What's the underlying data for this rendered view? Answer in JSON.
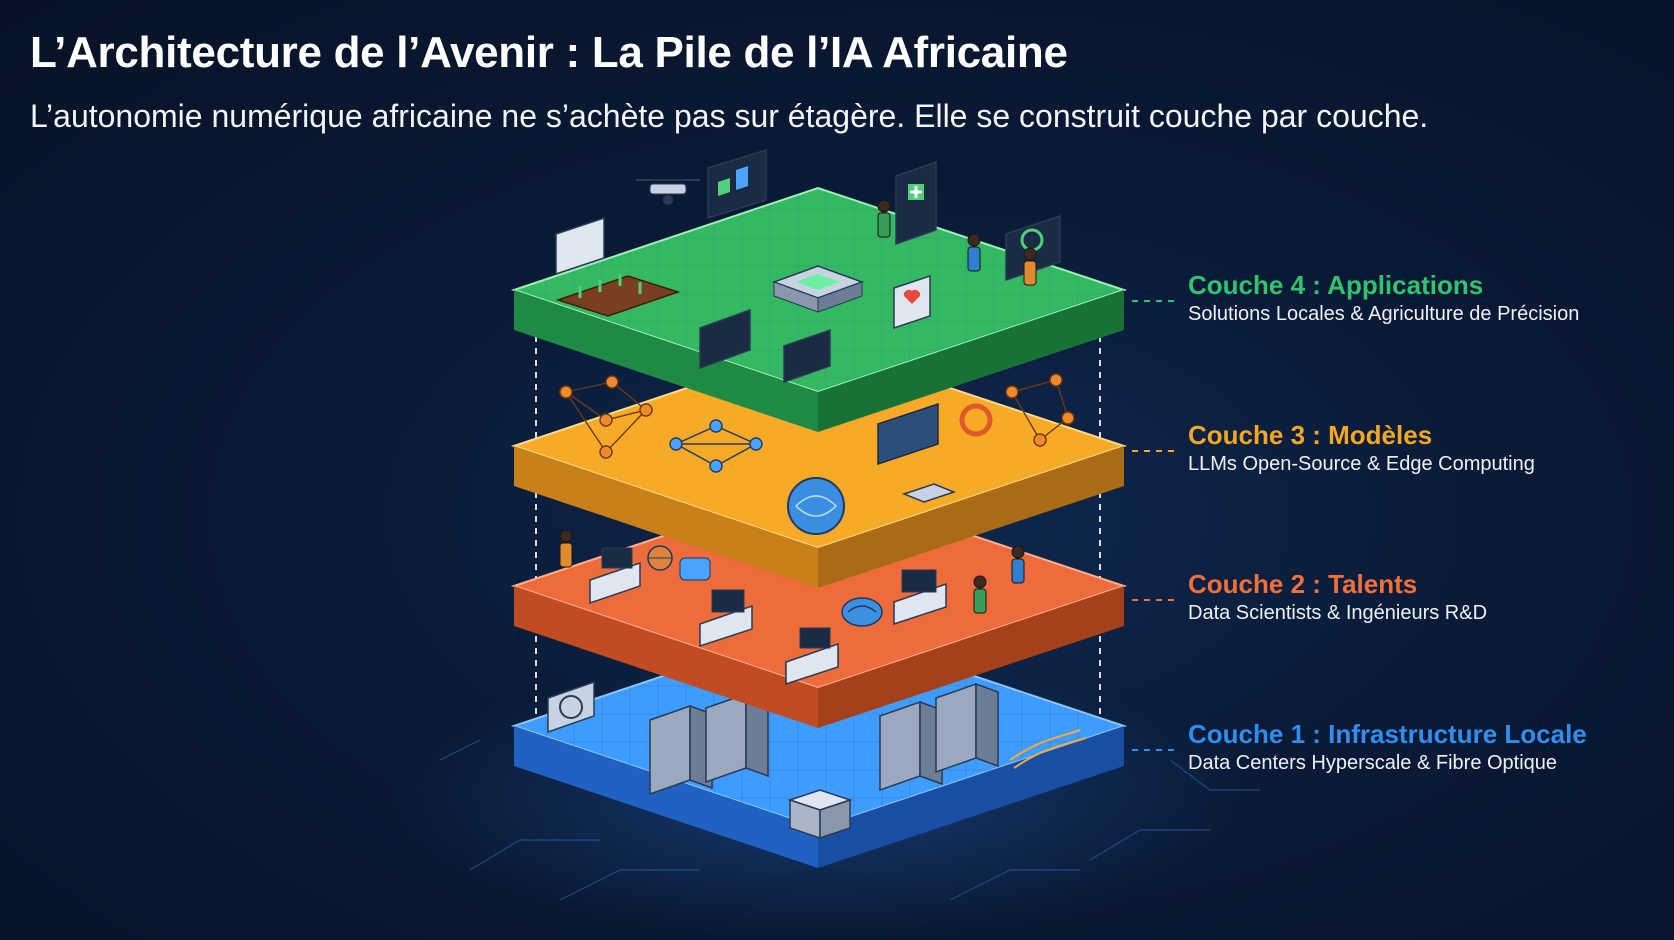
{
  "header": {
    "title": "L’Architecture de l’Avenir : La Pile de l’IA Africaine",
    "subtitle": "L’autonomie numérique africaine ne s’achète pas sur étagère. Elle se construit couche par couche."
  },
  "layers": [
    {
      "title": "Couche 4 : Applications",
      "description": "Solutions Locales & Agriculture de Précision",
      "color": "#2fc46e",
      "icons": [
        "drone-icon",
        "dashboard-monitor-icon",
        "crop-field-icon",
        "medical-tablet-icon",
        "health-heart-icon",
        "chip-icon",
        "farmer-icon"
      ]
    },
    {
      "title": "Couche 3 : Modèles",
      "description": "LLMs Open-Source & Edge Computing",
      "color": "#f5a623",
      "icons": [
        "neural-network-icon",
        "ai-brain-icon",
        "edge-device-icon",
        "open-source-icon"
      ]
    },
    {
      "title": "Couche 2 : Talents",
      "description": "Data Scientists & Ingénieurs R&D",
      "color": "#f0703a",
      "icons": [
        "engineer-icon",
        "workstation-icon",
        "brain-icon",
        "chat-bubble-icon",
        "globe-icon"
      ]
    },
    {
      "title": "Couche 1 : Infrastructure Locale",
      "description": "Data Centers Hyperscale & Fibre Optique",
      "color": "#2f8ff0",
      "icons": [
        "server-rack-icon",
        "cooling-unit-icon",
        "fiber-optic-icon",
        "storage-icon"
      ]
    }
  ]
}
